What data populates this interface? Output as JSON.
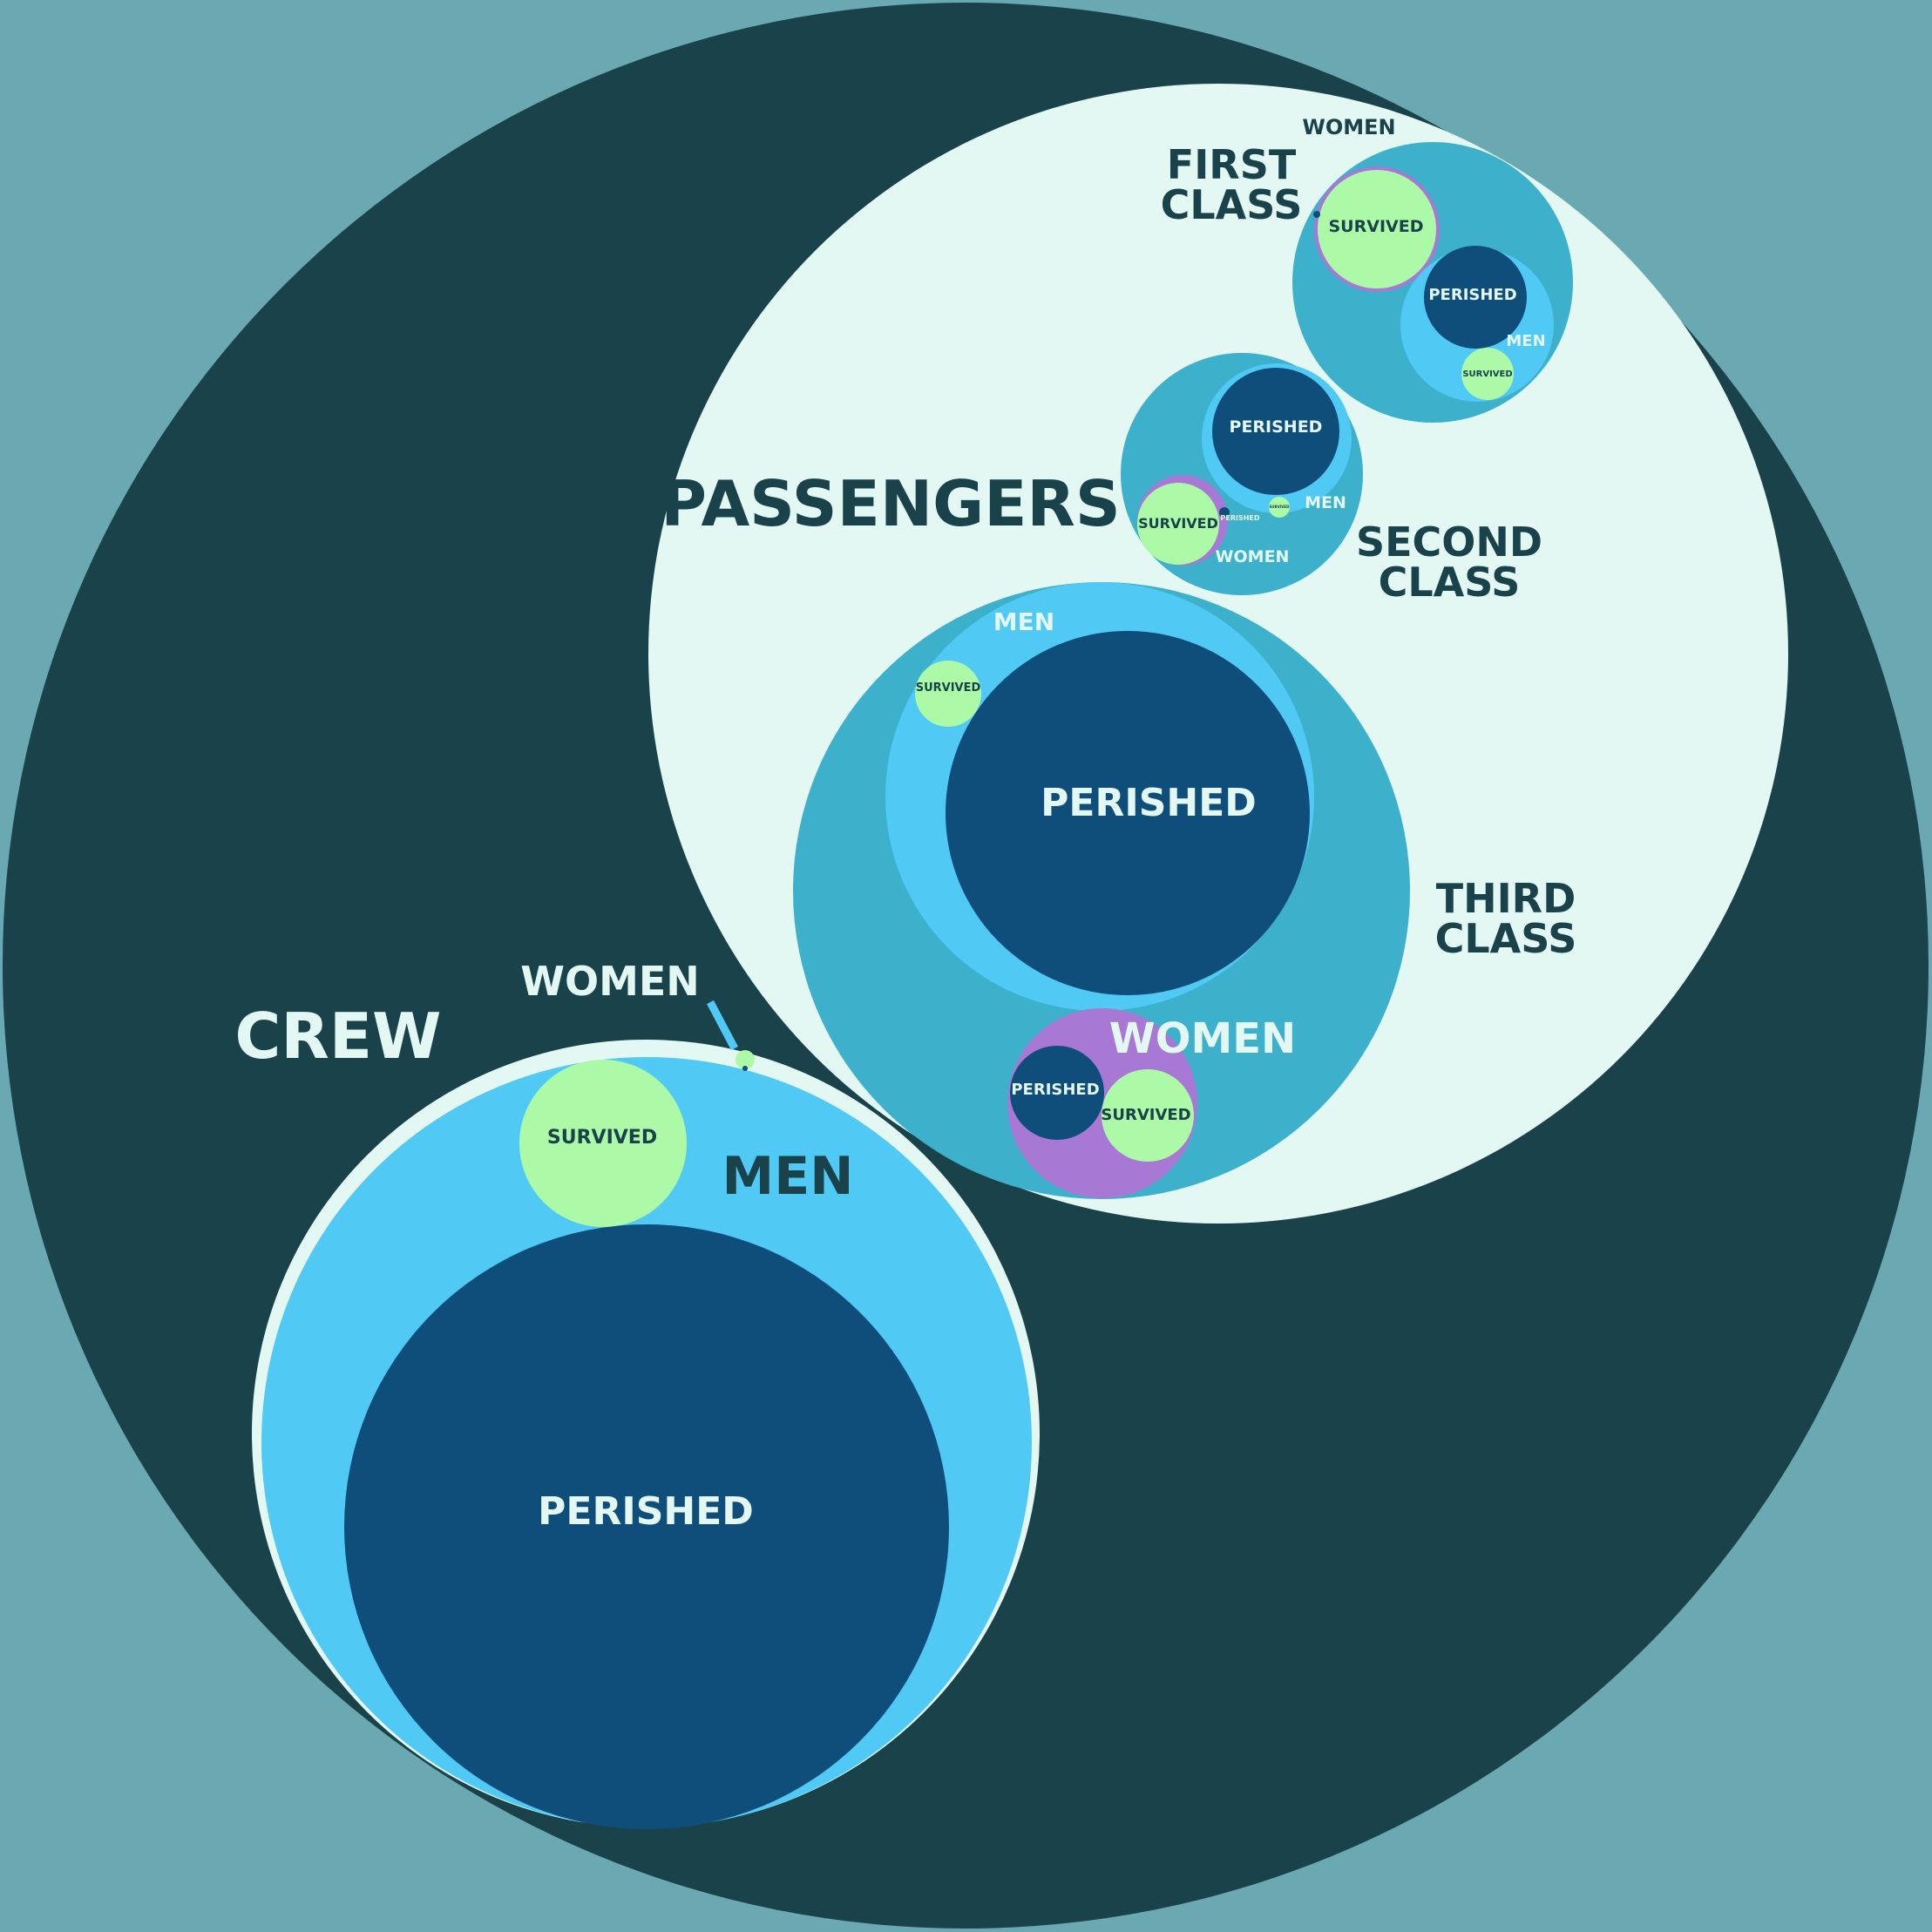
{
  "colors": {
    "background": "#6aa9b2",
    "outer_circle": "#19424b",
    "passengers_circle": "#e3f8f3",
    "class_circle": "#3db1cb",
    "men_circle": "#50c9f5",
    "women_circle": "#a778d4",
    "perished_circle": "#0f4e7b",
    "survived_circle": "#acfaa8",
    "dark_label": "#19424b",
    "light_label": "#e3f8f3"
  },
  "labels": {
    "passengers": "PASSENGERS",
    "crew": "CREW",
    "first_class_line1": "FIRST",
    "first_class_line2": "CLASS",
    "second_class_line1": "SECOND",
    "second_class_line2": "CLASS",
    "third_class_line1": "THIRD",
    "third_class_line2": "CLASS",
    "women": "WOMEN",
    "men": "MEN",
    "survived": "SURVIVED",
    "perished": "PERISHED"
  }
}
